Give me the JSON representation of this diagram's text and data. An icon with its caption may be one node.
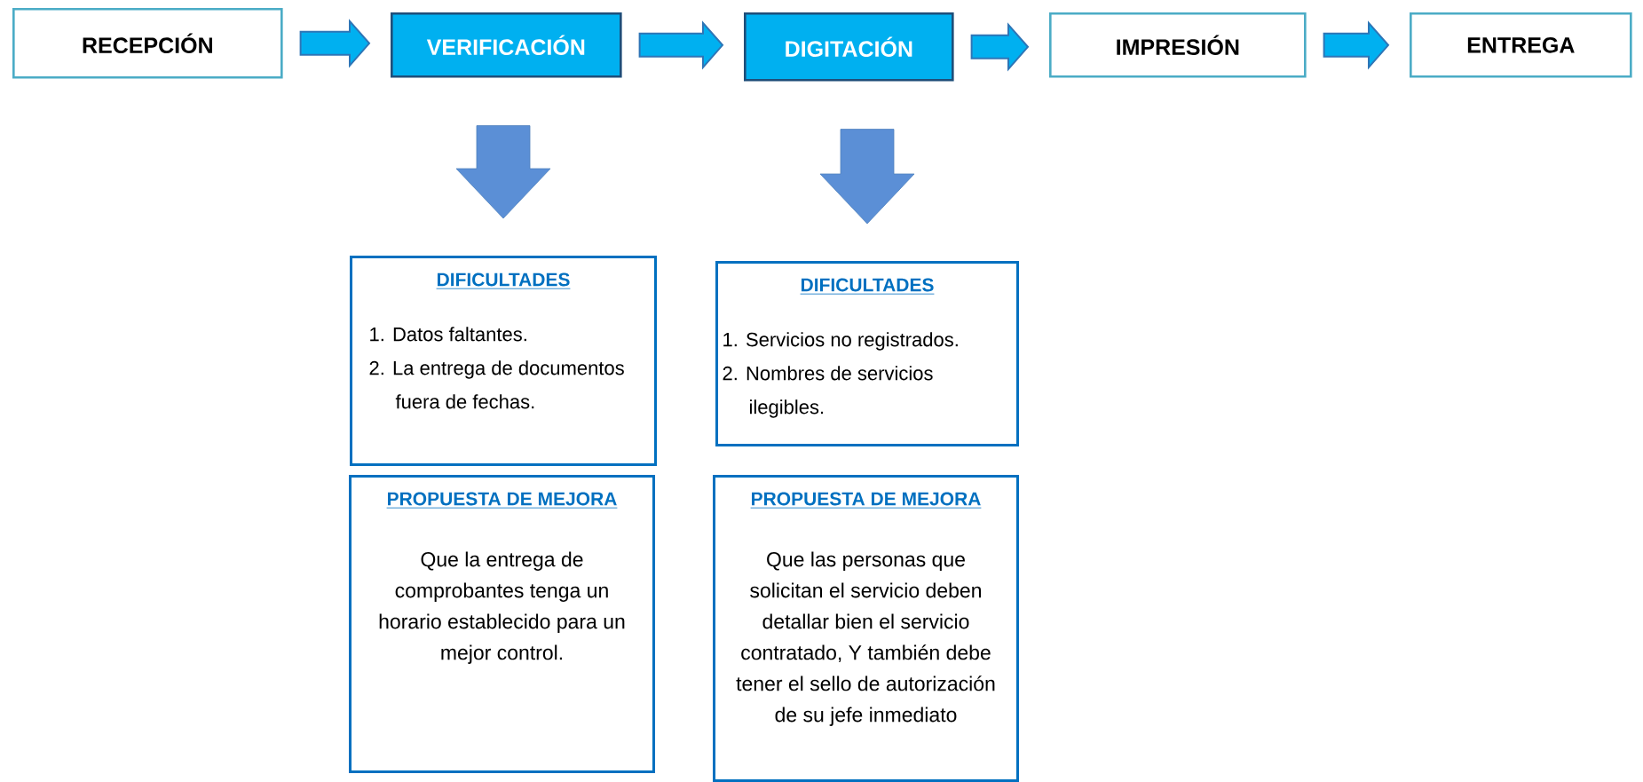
{
  "diagram": {
    "nodes": [
      {
        "text": [
          "RECEPCIÓN"
        ]
      },
      {
        "text": [
          "VERIFICACIÓN"
        ]
      },
      {
        "text": [
          "DIGITACIÓN"
        ]
      },
      {
        "text": [
          "IMPRESIÓN"
        ]
      },
      {
        "text": [
          "ENTREGA"
        ]
      },
      {
        "text": [
          "DIFICULTADES",
          "1. Datos faltantes.",
          "2. La entrega de documentos fuera de fechas."
        ]
      },
      {
        "text": [
          "PROPUESTA DE MEJORA",
          "Que la entrega de comprobantes tenga un horario establecido para un mejor control."
        ]
      },
      {
        "text": [
          "DIFICULTADES",
          "1. Servicios no registrados.",
          "2. Nombres de servicios ilegibles."
        ]
      },
      {
        "text": [
          "PROPUESTA DE MEJORA",
          "Que las personas que solicitan el servicio deben detallar bien el servicio contratado, Y también debe tener el sello de autorización de su jefe inmediato"
        ]
      }
    ],
    "edges": [
      {
        "from": 0,
        "to": 1,
        "arrow": "to"
      },
      {
        "from": 1,
        "to": 2,
        "arrow": "to"
      },
      {
        "from": 2,
        "to": 3,
        "arrow": "to"
      },
      {
        "from": 3,
        "to": 4,
        "arrow": "to"
      },
      {
        "from": 1,
        "to": 5,
        "arrow": "to"
      },
      {
        "from": 2,
        "to": 7,
        "arrow": "to"
      }
    ]
  }
}
